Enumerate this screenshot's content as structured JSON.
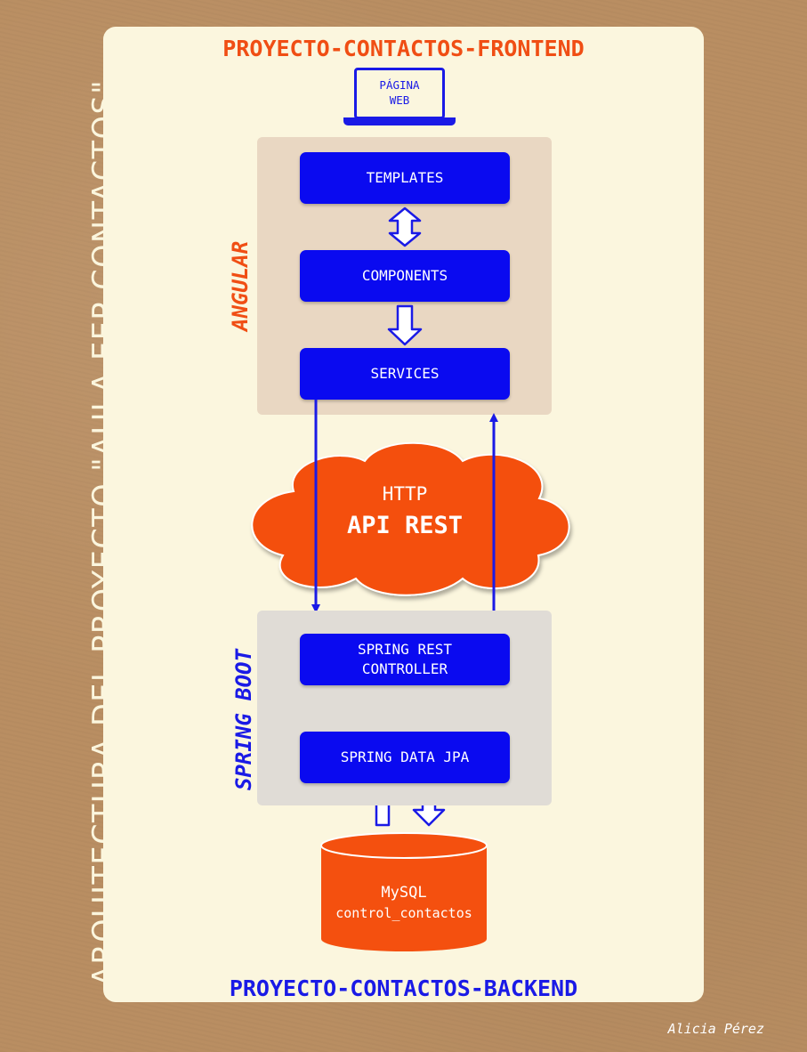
{
  "title": "ARQUITECTURA DEL PROYECTO \"AULA EEP CONTACTOS\"",
  "frontend": {
    "title": "PROYECTO-CONTACTOS-FRONTEND",
    "client": {
      "line1": "PÁGINA",
      "line2": "WEB"
    },
    "framework": "ANGULAR",
    "layers": [
      "TEMPLATES",
      "COMPONENTS",
      "SERVICES"
    ]
  },
  "api": {
    "protocol": "HTTP",
    "name": "API REST"
  },
  "backend": {
    "title": "PROYECTO-CONTACTOS-BACKEND",
    "framework": "SPRING BOOT",
    "layers": [
      {
        "line1": "SPRING REST",
        "line2": "CONTROLLER"
      },
      {
        "line1": "SPRING DATA JPA"
      }
    ]
  },
  "database": {
    "engine": "MySQL",
    "schema": "control_contactos"
  },
  "author": "Alicia Pérez",
  "colors": {
    "background": "#b98e62",
    "paper": "#fbf6de",
    "frontend_accent": "#f04e14",
    "backend_accent": "#1a1ae6",
    "block": "#0a0af0",
    "angular_panel": "#e9d7c2",
    "spring_panel": "#e0dcd6"
  }
}
